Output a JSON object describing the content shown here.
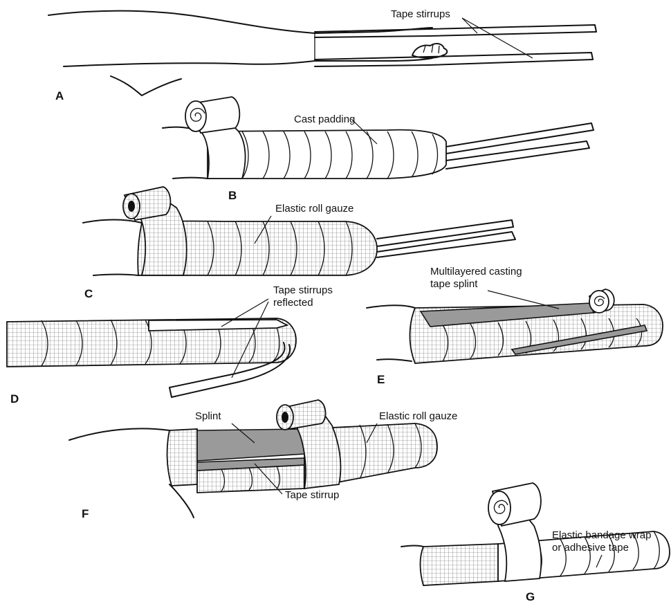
{
  "figure": {
    "panels": {
      "a": "A",
      "b": "B",
      "c": "C",
      "d": "D",
      "e": "E",
      "f": "F",
      "g": "G"
    },
    "labels": {
      "tape_stirrups": "Tape stirrups",
      "cast_padding": "Cast padding",
      "elastic_roll_gauze_c": "Elastic roll gauze",
      "tape_stirrups_reflected_1": "Tape stirrups",
      "tape_stirrups_reflected_2": "reflected",
      "casting_tape_1": "Multilayered casting",
      "casting_tape_2": "tape splint",
      "splint": "Splint",
      "elastic_roll_gauze_f": "Elastic roll gauze",
      "tape_stirrup": "Tape stirrup",
      "elastic_bandage_1": "Elastic bandage wrap",
      "elastic_bandage_2": "or adhesive tape"
    }
  }
}
